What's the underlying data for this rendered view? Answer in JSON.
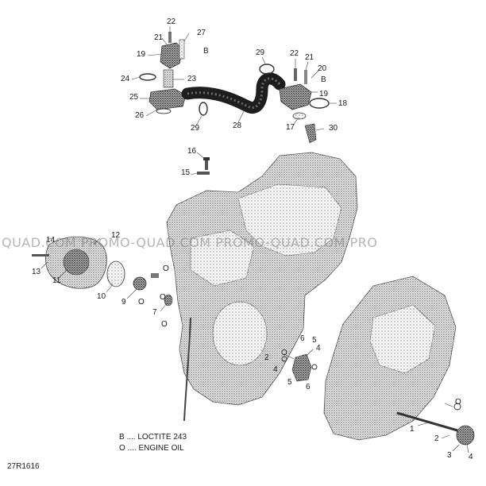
{
  "diagram": {
    "reference_code": "27R1616",
    "watermark": "QUAD.COM PROMO-QUAD.COM PROMO-QUAD.COM PRO",
    "legend": [
      {
        "key": "B",
        "text": "LOCTITE 243"
      },
      {
        "key": "O",
        "text": "ENGINE OIL"
      }
    ],
    "callouts": {
      "upper_left": [
        "22",
        "27",
        "21",
        "B",
        "19",
        "24",
        "23",
        "25",
        "26",
        "29",
        "28"
      ],
      "upper_right": [
        "29",
        "22",
        "21",
        "20",
        "B",
        "19",
        "18",
        "17",
        "30"
      ],
      "middle": [
        "16",
        "15"
      ],
      "water_pump": [
        "12",
        "14",
        "13",
        "11",
        "10",
        "9",
        "O",
        "O",
        "7",
        "O",
        "O"
      ],
      "lower_center": [
        "6",
        "5",
        "2",
        "O",
        "4",
        "4",
        "5",
        "6"
      ],
      "lower_right": [
        "O",
        "1",
        "2",
        "3",
        "4"
      ]
    }
  }
}
